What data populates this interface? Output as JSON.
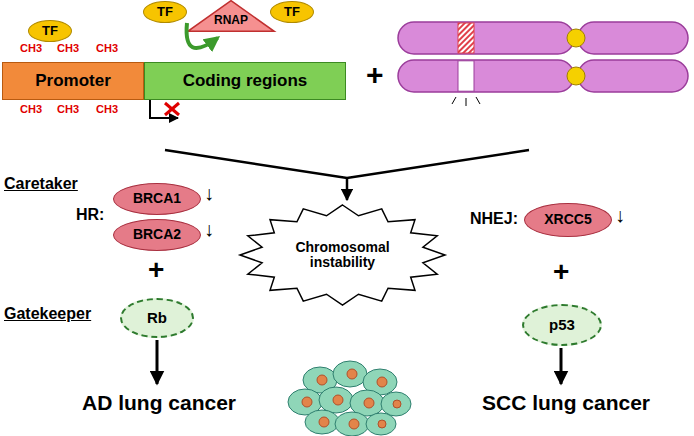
{
  "diagram": {
    "nodes": [
      {
        "text": [
          "TF"
        ]
      },
      {
        "text": [
          "TF"
        ]
      },
      {
        "text": [
          "TF"
        ]
      },
      {
        "text": [
          "RNAP"
        ]
      },
      {
        "text": [
          "Promoter"
        ]
      },
      {
        "text": [
          "Coding regions"
        ]
      },
      {
        "text": [
          "BRCA1"
        ]
      },
      {
        "text": [
          "BRCA2"
        ]
      },
      {
        "text": [
          "Chromosomal instability"
        ]
      },
      {
        "text": [
          "XRCC5"
        ]
      },
      {
        "text": [
          "Rb"
        ]
      },
      {
        "text": [
          "p53"
        ]
      }
    ],
    "edges": [
      {
        "from": 1,
        "to": 3,
        "arrow": "to"
      }
    ],
    "labels": [
      "CH3",
      "CH3",
      "CH3",
      "CH3",
      "CH3",
      "CH3",
      "+",
      "Caretaker",
      "HR:",
      "↓",
      "↓",
      "NHEJ:",
      "↓",
      "+",
      "+",
      "Gatekeeper",
      "AD lung cancer",
      "SCC lung cancer"
    ]
  }
}
